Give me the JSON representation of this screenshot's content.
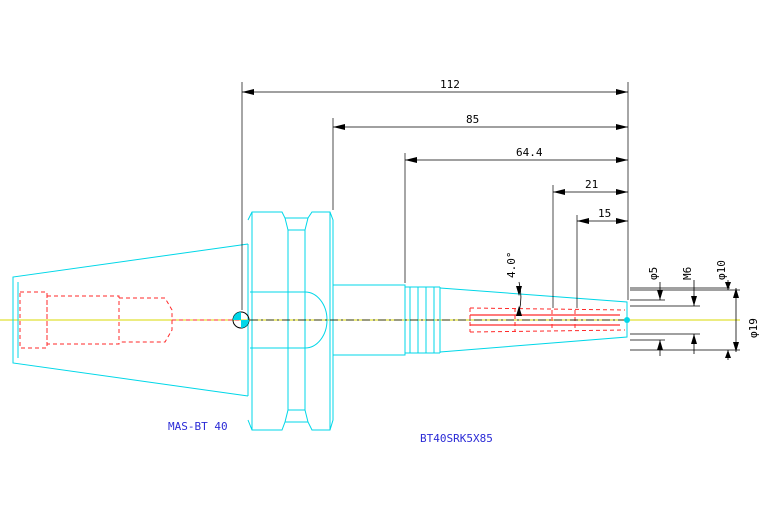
{
  "dimensions": {
    "len_112": "112",
    "len_85": "85",
    "len_64": "64.4",
    "len_21": "21",
    "len_15": "15",
    "angle": "4.0°",
    "dia_5": "φ5",
    "thread": "M6",
    "dia_10": "φ10",
    "dia_19": "φ19"
  },
  "labels": {
    "holder": "MAS-BT 40",
    "tool": "BT40SRK5X85"
  },
  "colors": {
    "outline": "#00d7e8",
    "hidden": "#ff2a2a",
    "dimension": "#000000",
    "centerline": "#d8d800",
    "label": "#2b2bd6"
  }
}
